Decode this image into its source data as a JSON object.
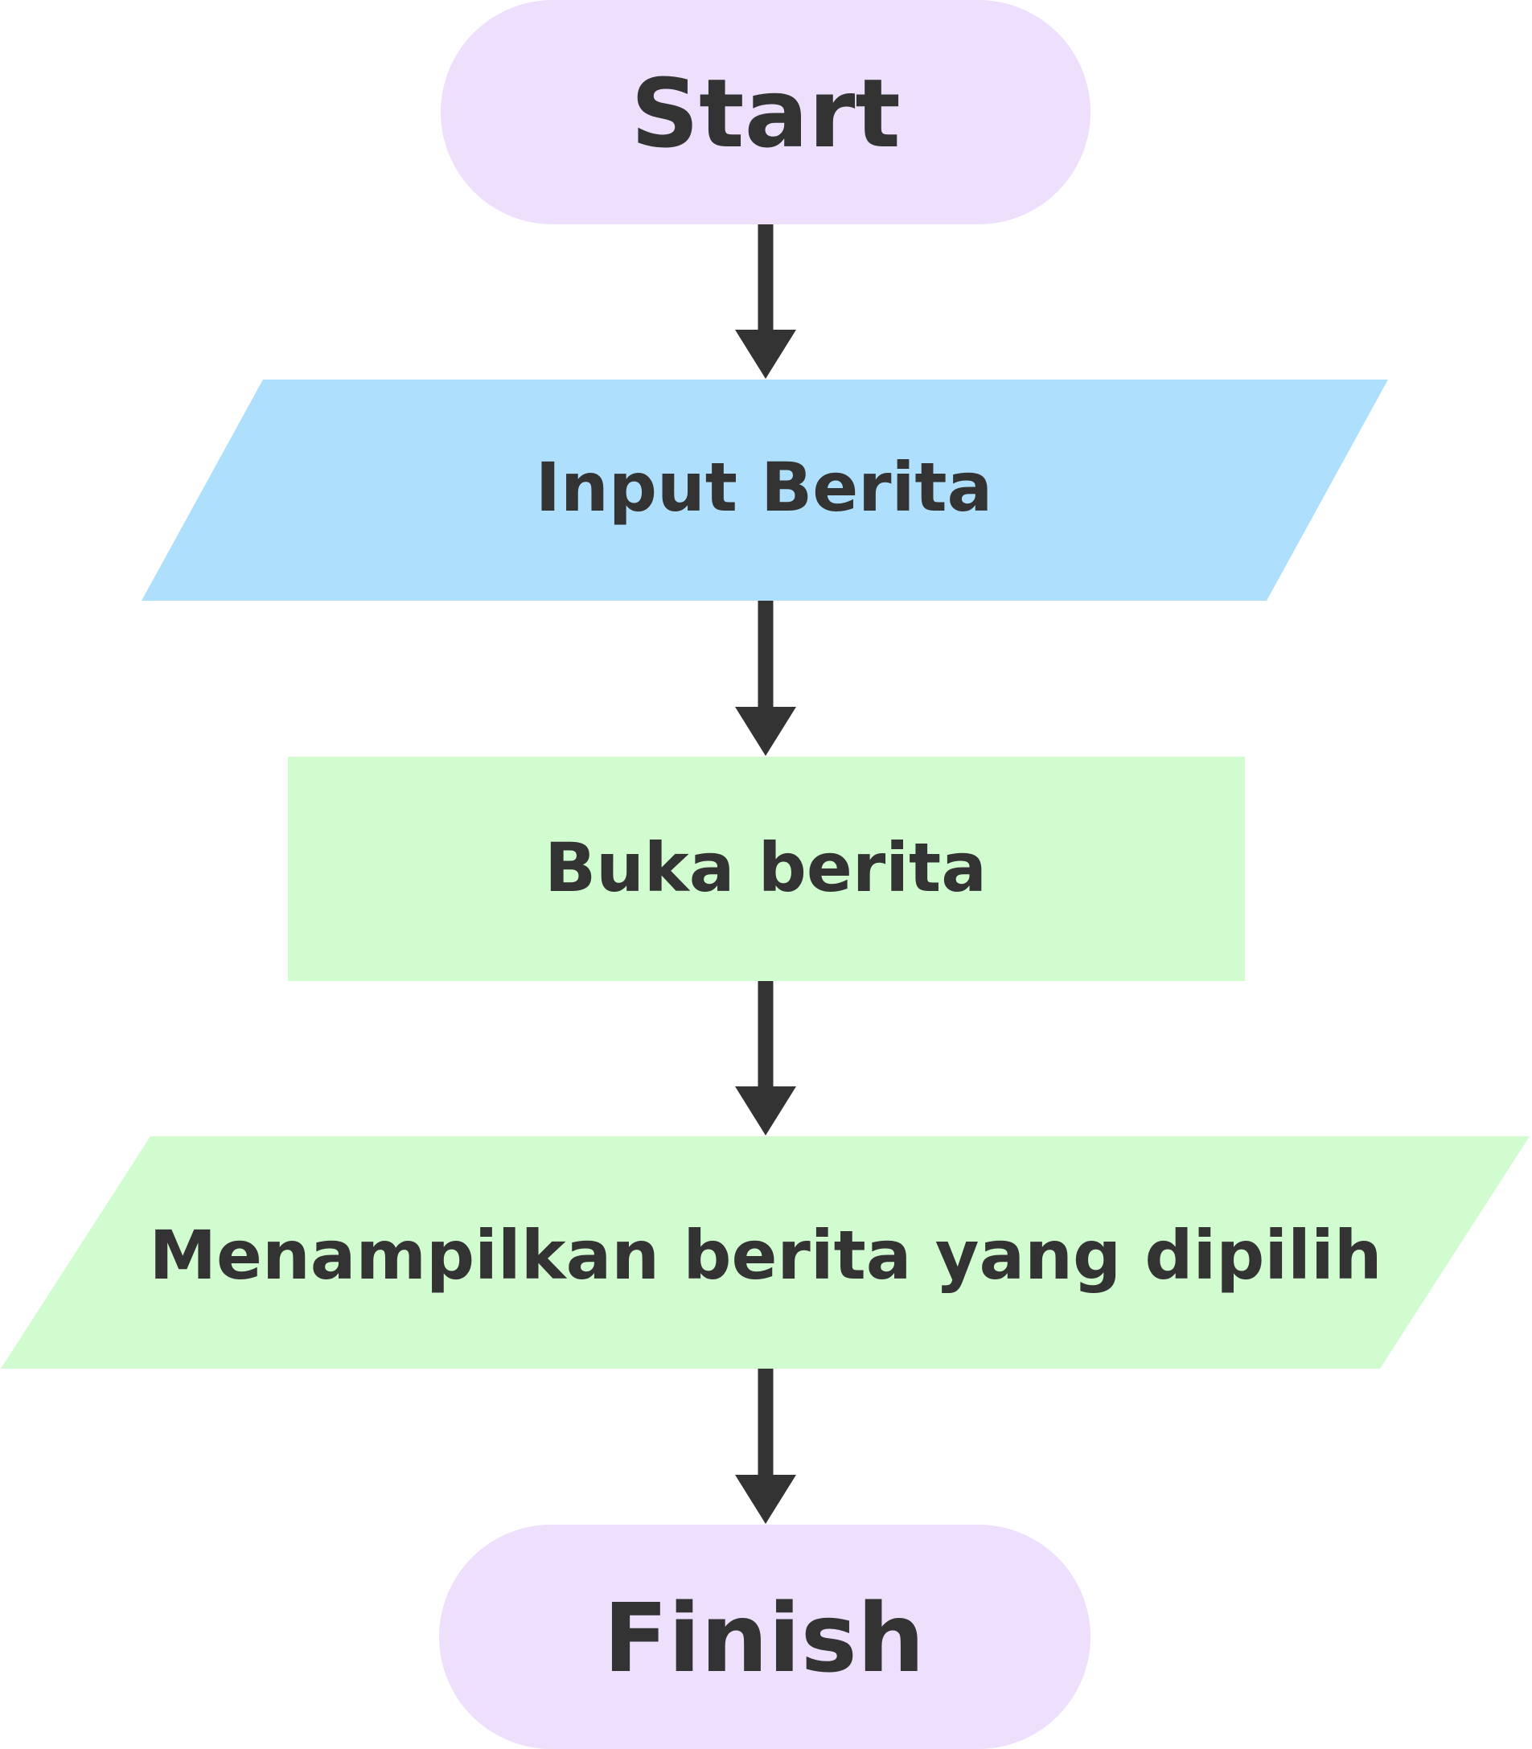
{
  "diagram": {
    "nodes": [
      {
        "id": "start",
        "label": "Start",
        "shape": "terminator",
        "fill": "#EEE0FC"
      },
      {
        "id": "input",
        "label": "Input Berita",
        "shape": "parallelogram",
        "fill": "#AEDFFC"
      },
      {
        "id": "process",
        "label": "Buka berita",
        "shape": "rectangle",
        "fill": "#D0FCD0"
      },
      {
        "id": "output",
        "label": "Menampilkan berita yang dipilih",
        "shape": "parallelogram",
        "fill": "#D0FCD0"
      },
      {
        "id": "finish",
        "label": "Finish",
        "shape": "terminator",
        "fill": "#EEE0FC"
      }
    ],
    "edges": [
      {
        "from": "start",
        "to": "input"
      },
      {
        "from": "input",
        "to": "process"
      },
      {
        "from": "process",
        "to": "output"
      },
      {
        "from": "output",
        "to": "finish"
      }
    ],
    "colors": {
      "arrow": "#333333",
      "text": "#333333",
      "background": "#FFFFFF"
    }
  }
}
